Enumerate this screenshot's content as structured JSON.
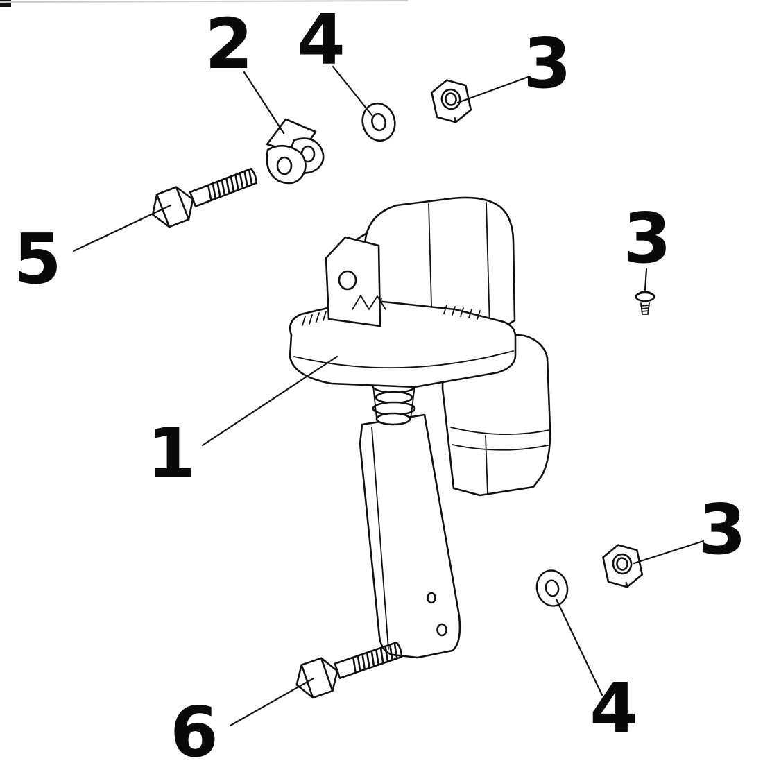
{
  "diagram": {
    "type": "exploded-parts-diagram",
    "background_color": "#ffffff",
    "line_color": "#111111",
    "callouts": [
      {
        "label": "2",
        "part": "clamp-bracket"
      },
      {
        "label": "4",
        "part": "washer-top"
      },
      {
        "label": "3",
        "part": "hex-nut-top"
      },
      {
        "label": "5",
        "part": "hex-bolt-upper"
      },
      {
        "label": "3",
        "part": "flange-screw"
      },
      {
        "label": "1",
        "part": "main-assembly"
      },
      {
        "label": "3",
        "part": "hex-nut-lower"
      },
      {
        "label": "4",
        "part": "washer-bottom"
      },
      {
        "label": "6",
        "part": "hex-bolt-lower"
      }
    ]
  }
}
